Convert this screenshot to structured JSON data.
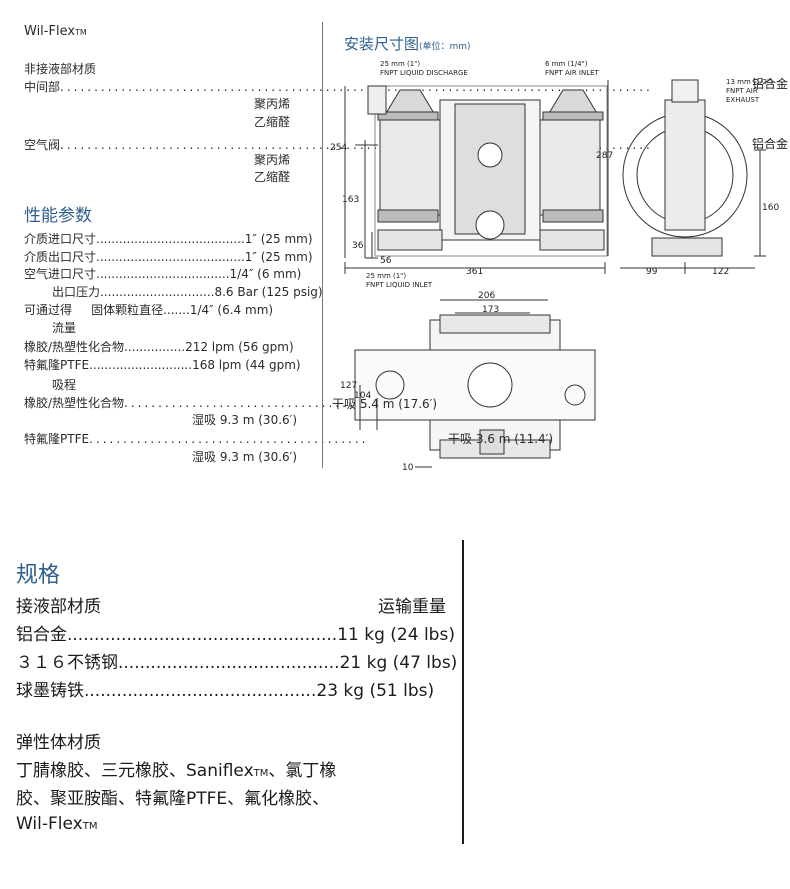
{
  "left": {
    "brand": "Wil-Flex",
    "brand_tm": "TM",
    "wetted_title": "非接液部材质",
    "center_section": "中间部",
    "polypropylene": "聚丙烯",
    "acetal": "乙缩醛",
    "air_valve": "空气阀",
    "polypropylene_2": "聚丙烯",
    "acetal_2": "乙缩醛",
    "perf_title": "性能参数",
    "rows": {
      "inlet_label": "介质进口尺寸",
      "inlet_value": "1″  (25 mm)",
      "outlet_label": "介质出口尺寸",
      "outlet_value": "1″  (25 mm)",
      "air_label": "空气进口尺寸",
      "air_value": "1/4″  (6 mm)",
      "pressure_label": "出口压力",
      "pressure_value": "8.6 Bar (125 psig)",
      "pass_label": "可通过得",
      "solid_label": "固体颗粒直径",
      "solid_value": "1/4″  (6.4 mm)",
      "flow_label": "流量",
      "rubber_label": "橡胶/热塑性化合物",
      "rubber_value": "212 lpm (56 gpm)",
      "ptfe_label": "特氟隆PTFE",
      "ptfe_value": "168 lpm (44 gpm)",
      "suction_label": "吸程",
      "rubber2_label": "橡胶/热塑性化合物",
      "dry_label": "干吸",
      "dry_value_rubber": "5.4 m (17.6′)",
      "wet_label": "湿吸",
      "wet_value": "9.3 m (30.6′)",
      "ptfe2_label": "特氟隆PTFE",
      "dry_value_ptfe": "3.6 m (11.4′)",
      "wet_value_2": "9.3 m (30.6′)"
    }
  },
  "drawing": {
    "title": "安装尺寸图",
    "unit": "(单位：mm)",
    "discharge_1": "25 mm (1\")",
    "discharge_2": "FNPT LIQUID DISCHARGE",
    "airinlet_1": "6 mm (1/4\")",
    "airinlet_2": "FNPT AIR INLET",
    "exhaust_1": "13 mm (1/2\")",
    "exhaust_2": "FNPT AIR",
    "exhaust_3": "EXHAUST",
    "inlet_1": "25 mm (1\")",
    "inlet_2": "FNPT LIQUID INLET",
    "aluminum_1": "铝合金",
    "aluminum_2": "铝合金",
    "d254": "254",
    "d163": "163",
    "d36": "36",
    "d56": "56",
    "d361": "361",
    "d287": "287",
    "d160": "160",
    "d99": "99",
    "d122": "122",
    "d206": "206",
    "d173": "173",
    "d127": "127",
    "d104": "104",
    "d10": "10"
  },
  "spec": {
    "title": "规格",
    "wetted": "接液部材质",
    "ship_weight": "运输重量",
    "al_label": "铝合金",
    "al_value": "11 kg (24 lbs)",
    "ss_label": "３１６不锈钢",
    "ss_value": "21 kg (47 lbs)",
    "iron_label": "球墨铸铁",
    "iron_value": "23 kg (51 lbs)",
    "elastomer_title": "弹性体材质",
    "elastomer_line1_a": "丁腈橡胶、三元橡胶、Saniflex",
    "elastomer_tm": "TM",
    "elastomer_line1_b": "、氯丁橡",
    "elastomer_line2": "胶、聚亚胺酯、特氟隆PTFE、氟化橡胶、",
    "elastomer_line3": "Wil-Flex",
    "elastomer_tm2": "TM"
  }
}
